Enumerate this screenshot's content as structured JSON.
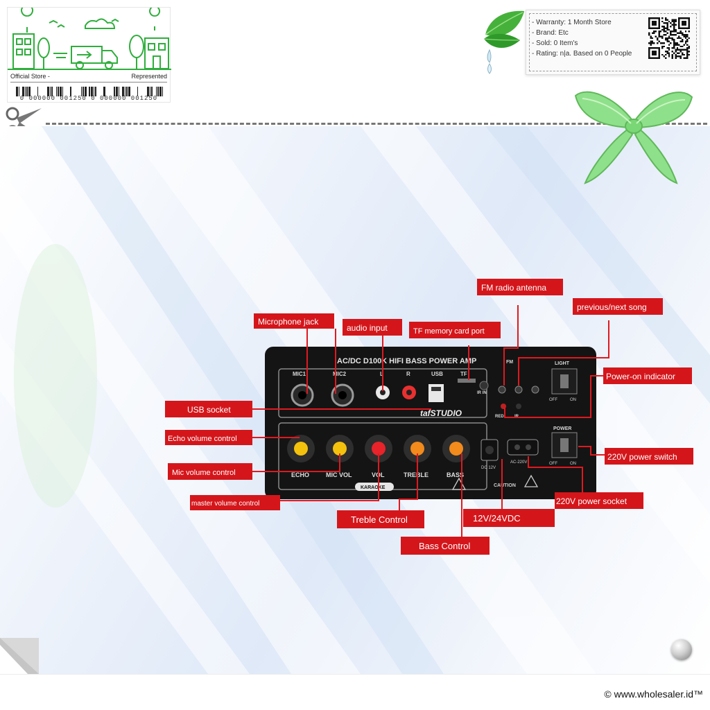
{
  "store_card": {
    "left_label": "Official Store -",
    "right_label": "Represented",
    "barcode_number": "0 000000 001250 0 000000 001250"
  },
  "info": {
    "warranty": "- Warranty: 1 Month Store",
    "brand": "- Brand: Etc",
    "sold": "- Sold: 0 Item's",
    "rating": "- Rating: n|a. Based on 0 People"
  },
  "product": {
    "panel_title": "AC/DC  D100K  HIFI   BASS  POWER  AMP",
    "brand_logo": "tafSTUDIO",
    "port_labels": [
      "MIC1",
      "MIC2",
      "L",
      "R",
      "USB",
      "TF",
      "IR IN",
      "FM",
      "LIGHT",
      "POWER",
      "RED",
      "IR"
    ],
    "knob_labels": [
      "ECHO",
      "MIC VOL",
      "VOL",
      "TREBLE",
      "BASS"
    ],
    "jack_labels": [
      "DC 12V",
      "AC-220V"
    ],
    "switch_labels": [
      "OFF",
      "ON"
    ],
    "karaoke": "KARAOKE",
    "caution": "CAUTION",
    "callouts": {
      "fm_antenna": "FM radio antenna",
      "prev_next": "previous/next song",
      "mic_jack": "Microphone jack",
      "audio_input": "audio input",
      "tf_port": "TF memory card port",
      "power_indicator": "Power-on indicator",
      "usb_socket": "USB socket",
      "echo_control": "Echo volume control",
      "power_switch": "220V power switch",
      "mic_volume": "Mic  volume control",
      "master_volume": "master volume control",
      "dc_input": "12V/24VDC",
      "power_socket": "220V power socket",
      "treble": "Treble Control",
      "bass": "Bass Control"
    },
    "colors": {
      "label_red": "#d4161b",
      "line_red": "#e0191f",
      "panel_black": "#141414",
      "knob_yellow": "#f4c20d",
      "knob_red": "#e8232a",
      "knob_orange": "#f28a1c"
    }
  },
  "footer": {
    "copyright": "© www.wholesaler.id™"
  }
}
